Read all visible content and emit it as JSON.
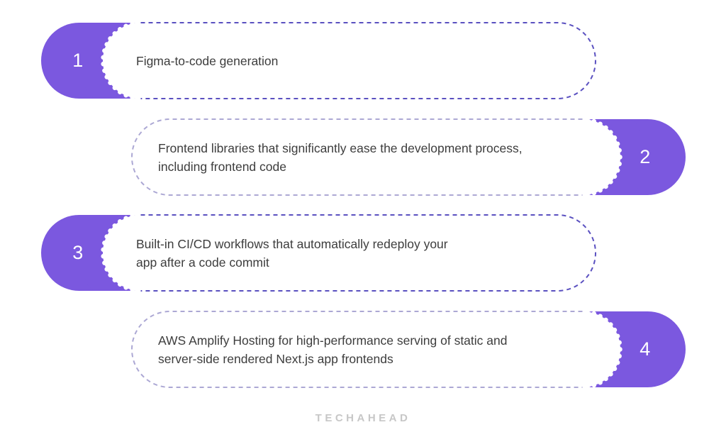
{
  "theme": {
    "pill_color": "#7B58DF",
    "dash_dark": "#5A50C0",
    "dash_light": "#ACA8D4",
    "scallop_color": "#FFFFFF",
    "card_fill": "#FFFFFF",
    "text_color": "#3D3D3D",
    "number_color": "#FFFFFF",
    "logo_color": "#C7C7C7",
    "background": "#FFFFFF"
  },
  "items": [
    {
      "number": "1",
      "side": "left",
      "text": "Figma-to-code generation"
    },
    {
      "number": "2",
      "side": "right",
      "text": "Frontend libraries that significantly ease the development process,\nincluding frontend code"
    },
    {
      "number": "3",
      "side": "left",
      "text": "Built-in CI/CD workflows that automatically redeploy your\napp after a code commit"
    },
    {
      "number": "4",
      "side": "right",
      "text": "AWS Amplify Hosting for high-performance serving of static and\nserver-side rendered Next.js app frontends"
    }
  ],
  "footer": {
    "logo": "TECHAHEAD"
  }
}
